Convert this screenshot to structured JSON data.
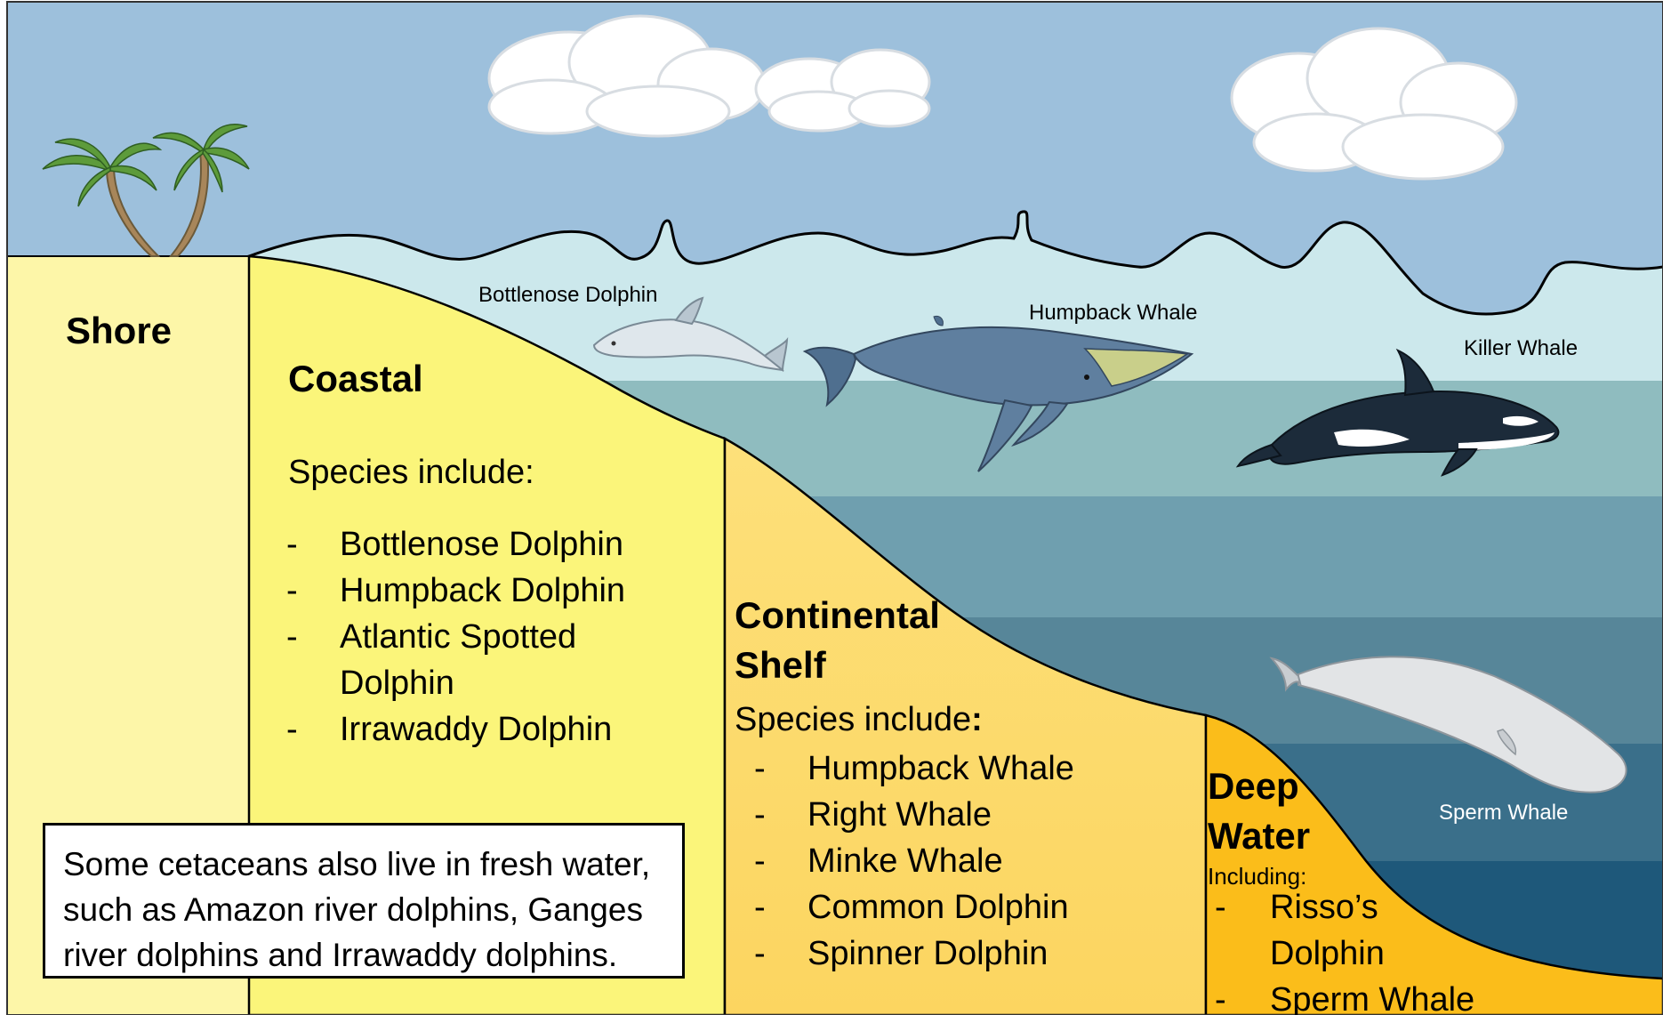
{
  "colors": {
    "sky": "#9dc0dc",
    "surface_water": "#cce8ec",
    "water_band_1": "#8fbcbf",
    "water_band_2": "#6f9faf",
    "water_band_3": "#578699",
    "water_band_4": "#3a6f8a",
    "water_band_5": "#1e587a",
    "shore": "#fdf6a8",
    "coastal": "#fbf57a",
    "continental_shelf": "#fcd86a",
    "deep_water": "#fbbd1a"
  },
  "zones": {
    "shore": {
      "title": "Shore"
    },
    "coastal": {
      "title": "Coastal",
      "subtitle": "Species include:",
      "species": [
        "Bottlenose Dolphin",
        "Humpback Dolphin",
        "Atlantic Spotted Dolphin",
        "Irrawaddy Dolphin"
      ]
    },
    "continental_shelf": {
      "title": "Continental Shelf",
      "subtitle": "Species include",
      "subtitle_colon": ":",
      "species": [
        "Humpback Whale",
        "Right Whale",
        "Minke Whale",
        "Common Dolphin",
        "Spinner Dolphin"
      ]
    },
    "deep_water": {
      "title": "Deep Water",
      "subtitle": "Including:",
      "species": [
        "Risso’s Dolphin",
        "Sperm Whale"
      ]
    }
  },
  "animals": {
    "bottlenose_dolphin": "Bottlenose Dolphin",
    "humpback_whale": "Humpback Whale",
    "killer_whale": "Killer Whale",
    "sperm_whale": "Sperm Whale"
  },
  "bullet": "-",
  "fresh_water_note": "Some cetaceans also live in fresh water, such as Amazon river dolphins, Ganges river dolphins and Irrawaddy dolphins."
}
